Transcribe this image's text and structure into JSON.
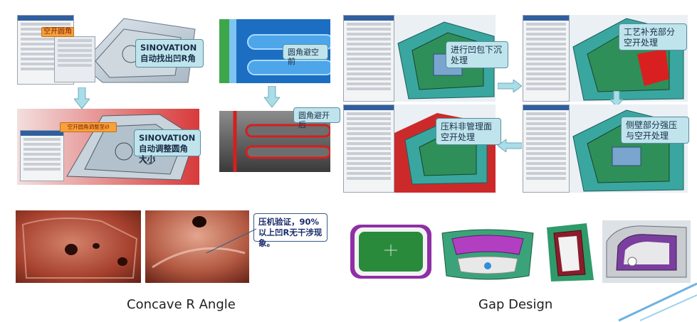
{
  "callouts": {
    "top_left_orange": "空开圆角",
    "top_left_main": "SINOVATION自动找出凹R角",
    "mid_left_orange": "空开圆角调整至Ø",
    "mid_left_main": "SINOVATION自动调整圆角大小",
    "round_before": "圆角避空前",
    "round_after": "圆角避开后",
    "press_verify": "压机验证，90%以上凹R无干涉现象。",
    "step1": "进行凹包下沉处理",
    "step2": "工艺补充部分空开处理",
    "step3": "侧壁部分强压与空开处理",
    "step4": "压料非管理面空开处理"
  },
  "captions": {
    "left": "Concave R Angle",
    "right": "Gap Design"
  },
  "colors": {
    "callout_fill": "#bfe4ec",
    "arrow_fill": "#a9dde8",
    "orange": "#f6a13b",
    "accent_line": "#6fb2e0"
  }
}
